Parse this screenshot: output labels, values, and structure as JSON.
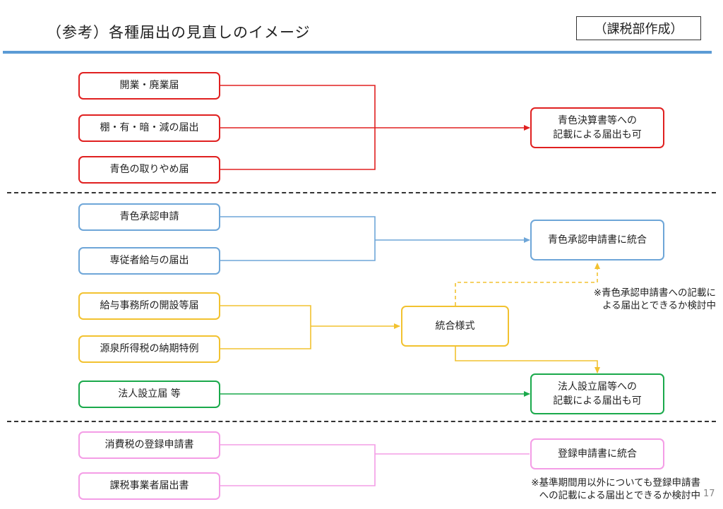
{
  "title": "（参考）各種届出の見直しのイメージ",
  "dept_label": "（課税部作成）",
  "groups": {
    "red": {
      "sources": [
        "開業・廃業届",
        "棚・有・暗・減の届出",
        "青色の取りやめ届"
      ],
      "target": [
        "青色決算書等への",
        "記載による届出も可"
      ]
    },
    "blue": {
      "sources": [
        "青色承認申請",
        "専従者給与の届出"
      ],
      "target": "青色承認申請書に統合"
    },
    "yellow": {
      "sources": [
        "給与事務所の開設等届",
        "源泉所得税の納期特例"
      ],
      "middle": "統合様式",
      "note": [
        "※青色承認申請書への記載に",
        "よる届出とできるか検討中"
      ]
    },
    "green": {
      "source": "法人設立届 等",
      "target": [
        "法人設立届等への",
        "記載による届出も可"
      ]
    },
    "pink": {
      "sources": [
        "消費税の登録申請書",
        "課税事業者届出書"
      ],
      "target": "登録申請書に統合",
      "note": [
        "※基準期間用以外についても登録申請書",
        "への記載による届出とできるか検討中"
      ]
    }
  },
  "colors": {
    "red": "#e02020",
    "blue": "#6ea6d8",
    "yellow": "#f2c230",
    "green": "#1aa94b",
    "pink": "#f49de6",
    "accent_bar": "#5b9bd5"
  },
  "page_number": "17"
}
